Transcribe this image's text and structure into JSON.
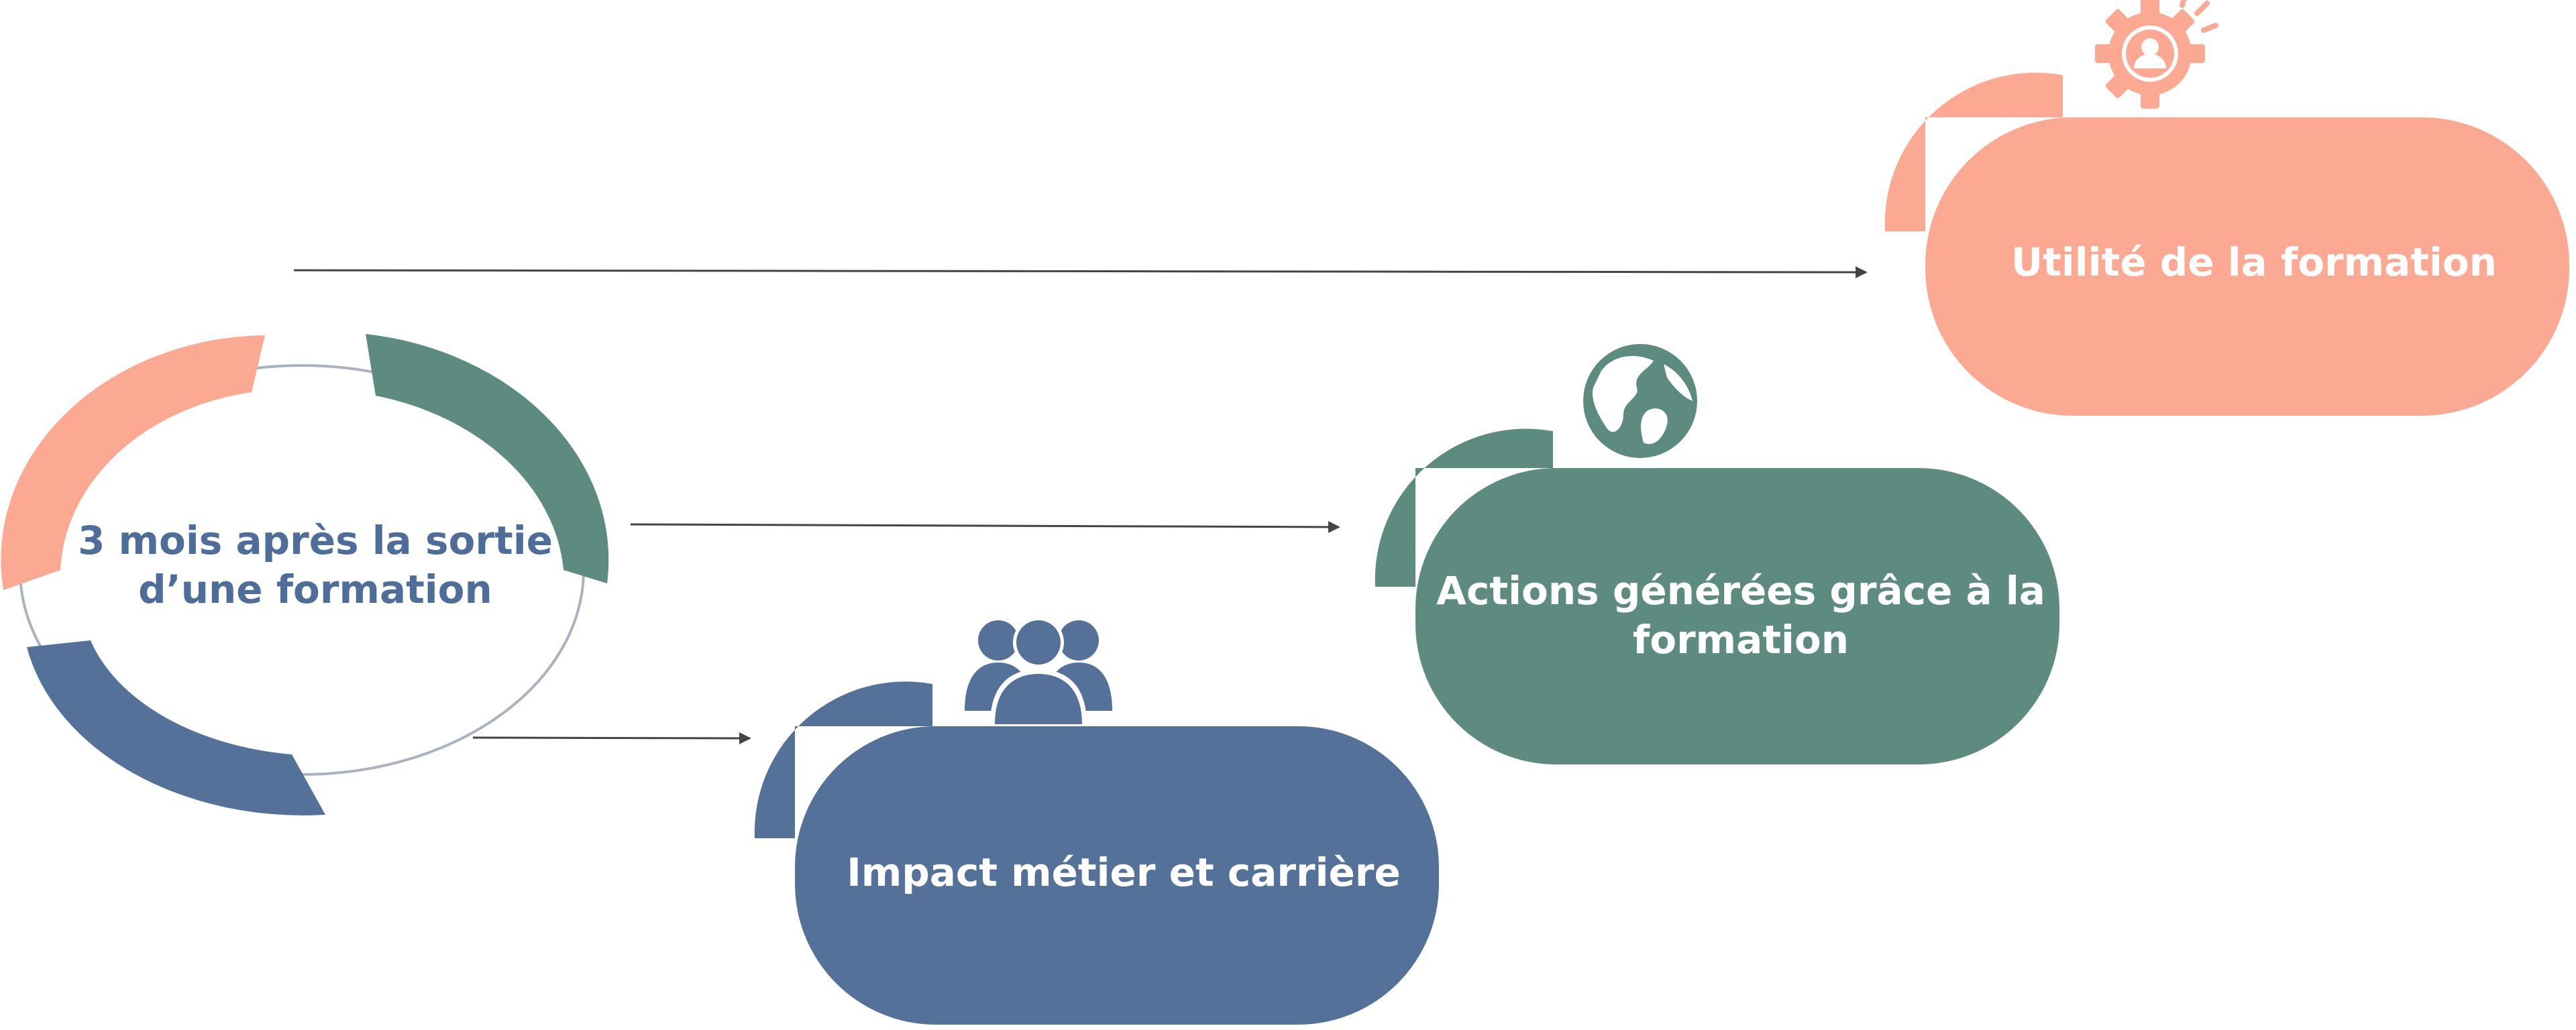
{
  "center": {
    "label": "3 mois après la sortie d’une formation"
  },
  "cards": {
    "utilite": {
      "label": "Utilité de la formation",
      "icon": "gear-person-icon",
      "color": "#fca994"
    },
    "actions": {
      "label": "Actions générées grâce à la formation",
      "icon": "globe-icon",
      "color": "#5e8b80"
    },
    "impact": {
      "label": "Impact métier et carrière",
      "icon": "group-icon",
      "color": "#547199"
    }
  },
  "colors": {
    "salmon": "#fca994",
    "green": "#5e8b80",
    "blue": "#547199",
    "arrow": "#444444",
    "ring": "#a9b3bf"
  }
}
